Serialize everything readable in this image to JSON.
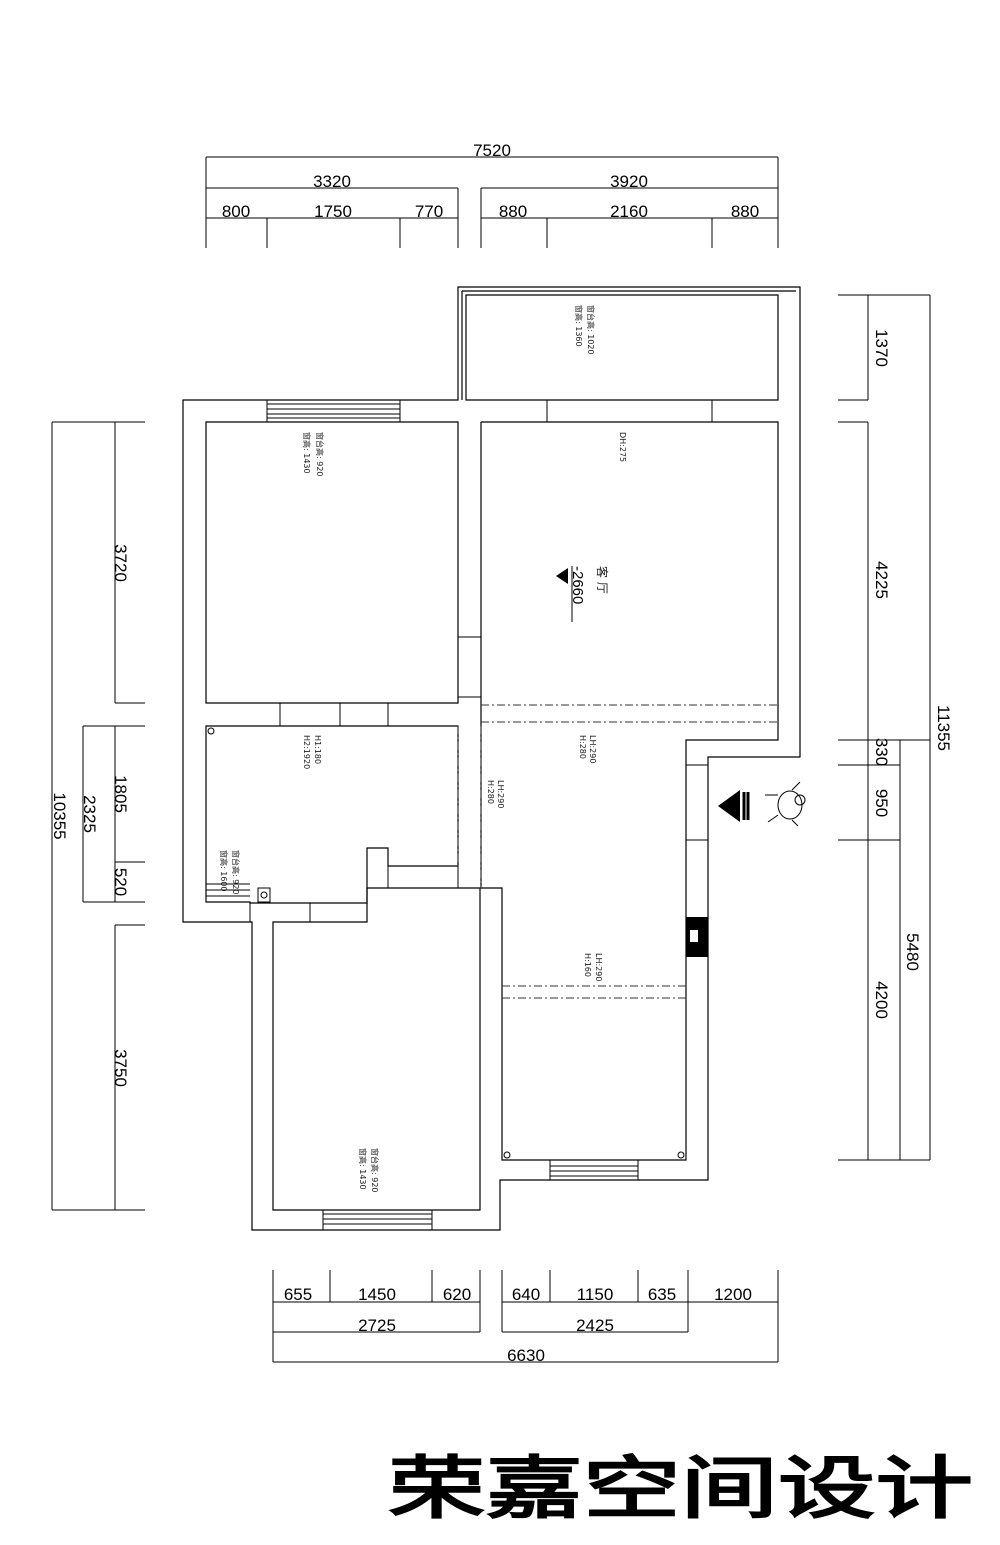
{
  "dimensions": {
    "top": {
      "total": "7520",
      "left_group": "3320",
      "right_group": "3920",
      "segments": [
        "800",
        "1750",
        "770",
        "880",
        "2160",
        "880"
      ]
    },
    "right": {
      "total": "11355",
      "outer_segments": [
        "1370",
        "4225",
        "330",
        "950",
        "4200"
      ],
      "inner_total": "5480"
    },
    "left": {
      "total": "10355",
      "segments": [
        "3720",
        "1805",
        "520",
        "3750"
      ],
      "inner_total": "2325"
    },
    "bottom": {
      "segments": [
        "655",
        "1450",
        "620",
        "640",
        "1150",
        "635",
        "1200"
      ],
      "left_group": "2725",
      "right_group": "2425",
      "total": "6630"
    }
  },
  "annotations": {
    "balcony_window": [
      "窗台高: 1020",
      "窗高: 1360"
    ],
    "living_beam": "DH:275",
    "living_label": "客 厅",
    "living_level": "-2660",
    "bedroom1_window": [
      "窗台高: 920",
      "窗高: 1430"
    ],
    "bath_heights": [
      "H1:180",
      "H2:1920"
    ],
    "bath_window": [
      "窗台高: 920",
      "窗高: 1600"
    ],
    "beam1": [
      "LH:290",
      "H:280"
    ],
    "beam2": [
      "LH:290",
      "H:280"
    ],
    "beam3": [
      "LH:290",
      "H:160"
    ],
    "bedroom2_window": [
      "窗台高: 920",
      "窗高: 1430"
    ]
  },
  "logo_text": "荣嘉空间设计"
}
